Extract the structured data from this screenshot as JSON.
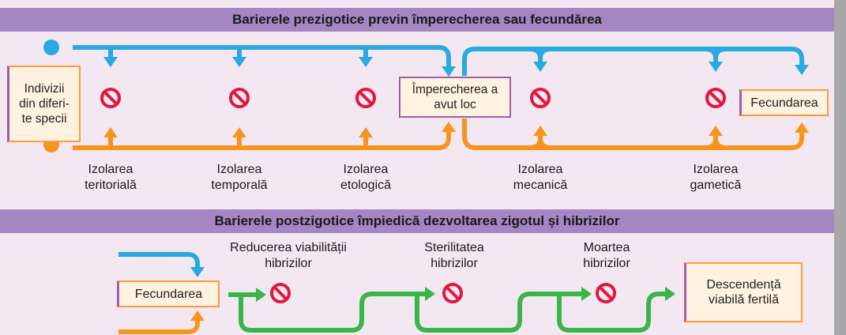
{
  "header_prezygotic": "Barierele prezigotice previn împerecherea sau fecundărea",
  "header_postzygotic": "Barierele postzigotice împiedică dezvoltarea zigotul și hibrizilor",
  "boxes": {
    "individuals": "Indivizii din diferi-te specii",
    "mating": "Împerecherea a avut loc",
    "fertilization_top": "Fecundarea",
    "fertilization_bottom": "Fecundarea",
    "offspring": "Descendență viabilă fertilă"
  },
  "prezygotic_labels": {
    "territorial": "Izolarea\nteritorială",
    "temporal": "Izolarea\ntemporală",
    "ethological": "Izolarea\netologică",
    "mechanical": "Izolarea\nmecanică",
    "gametic": "Izolarea\ngametică"
  },
  "postzygotic_labels": {
    "viability": "Reducerea viabilității\nhibrizilor",
    "sterility": "Sterilitatea\nhibrizilor",
    "death": "Moartea\nhibrizilor"
  },
  "colors": {
    "blue": "#29a9e1",
    "orange": "#f7941d",
    "green": "#3ab54a",
    "header": "#a386c2",
    "forbidden": "#e3173e"
  }
}
